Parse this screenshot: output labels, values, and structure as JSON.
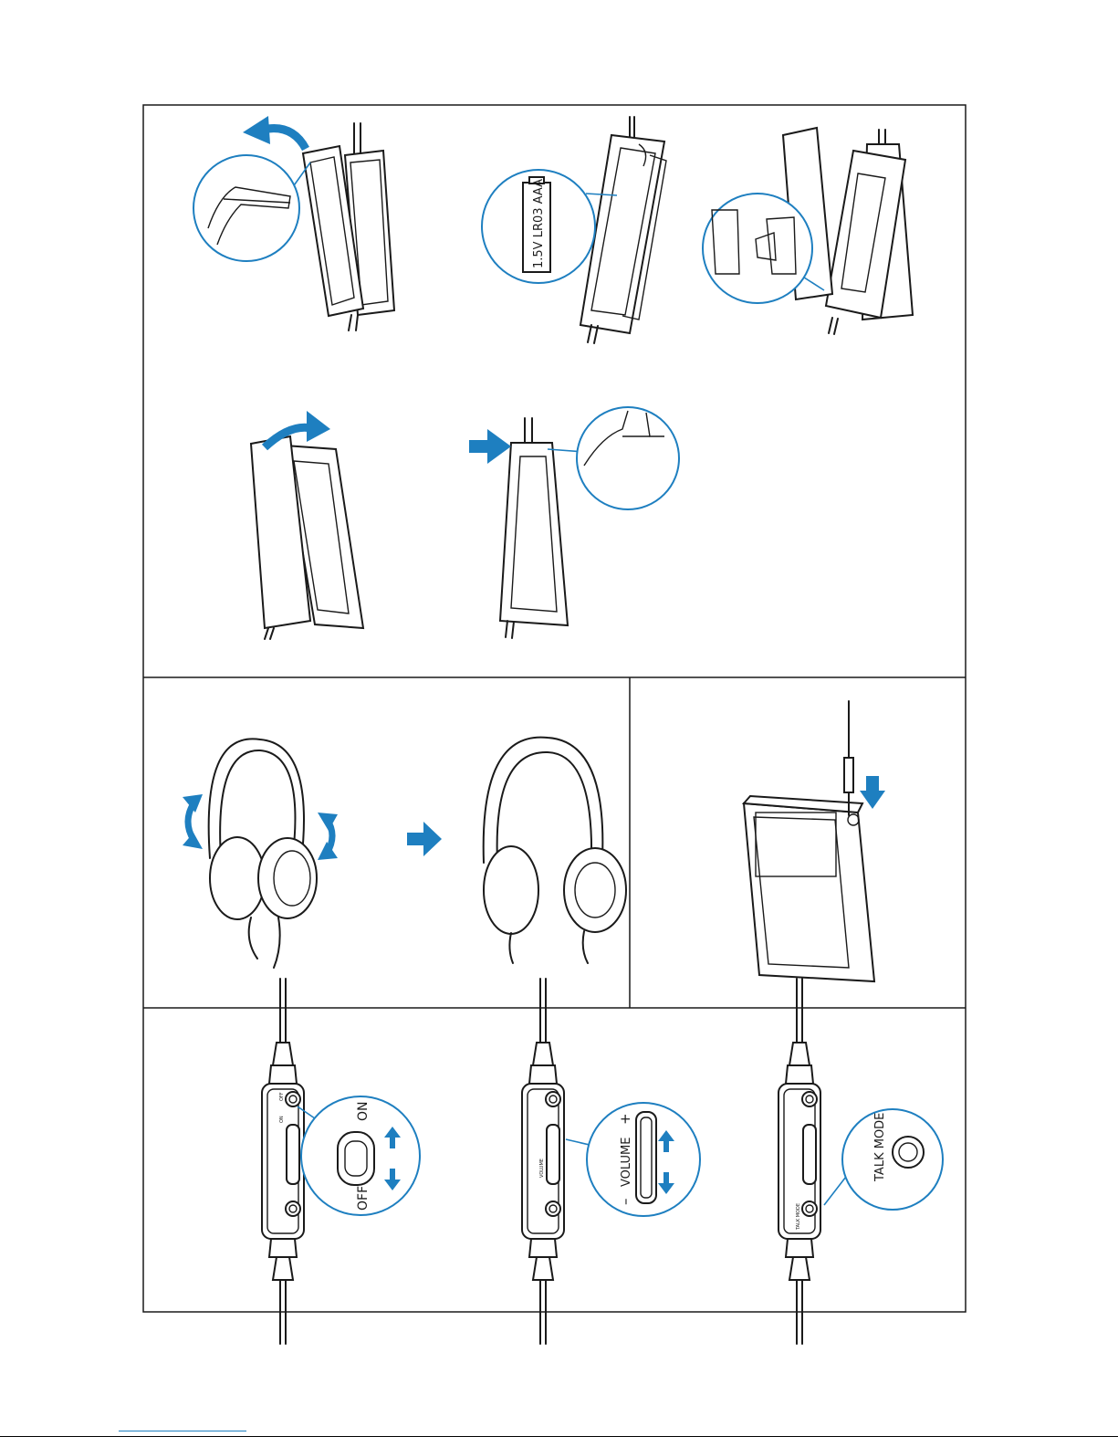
{
  "battery": {
    "label": "1.5V LR03 AAA"
  },
  "power_switch": {
    "on_label": "ON",
    "off_label": "OFF"
  },
  "volume": {
    "label": "VOLUME",
    "plus": "+",
    "minus": "–"
  },
  "talk": {
    "label": "TALK MODE"
  },
  "controller_small_labels": {
    "off": "OFF",
    "on": "ON",
    "volume": "VOLUME",
    "talk": "TALK MODE"
  },
  "colors": {
    "accent": "#1e7fc0",
    "line": "#1a1a1a"
  },
  "icons": [
    "curved-arrow-icon",
    "straight-arrow-icon",
    "double-arrow-icon",
    "battery-icon"
  ]
}
